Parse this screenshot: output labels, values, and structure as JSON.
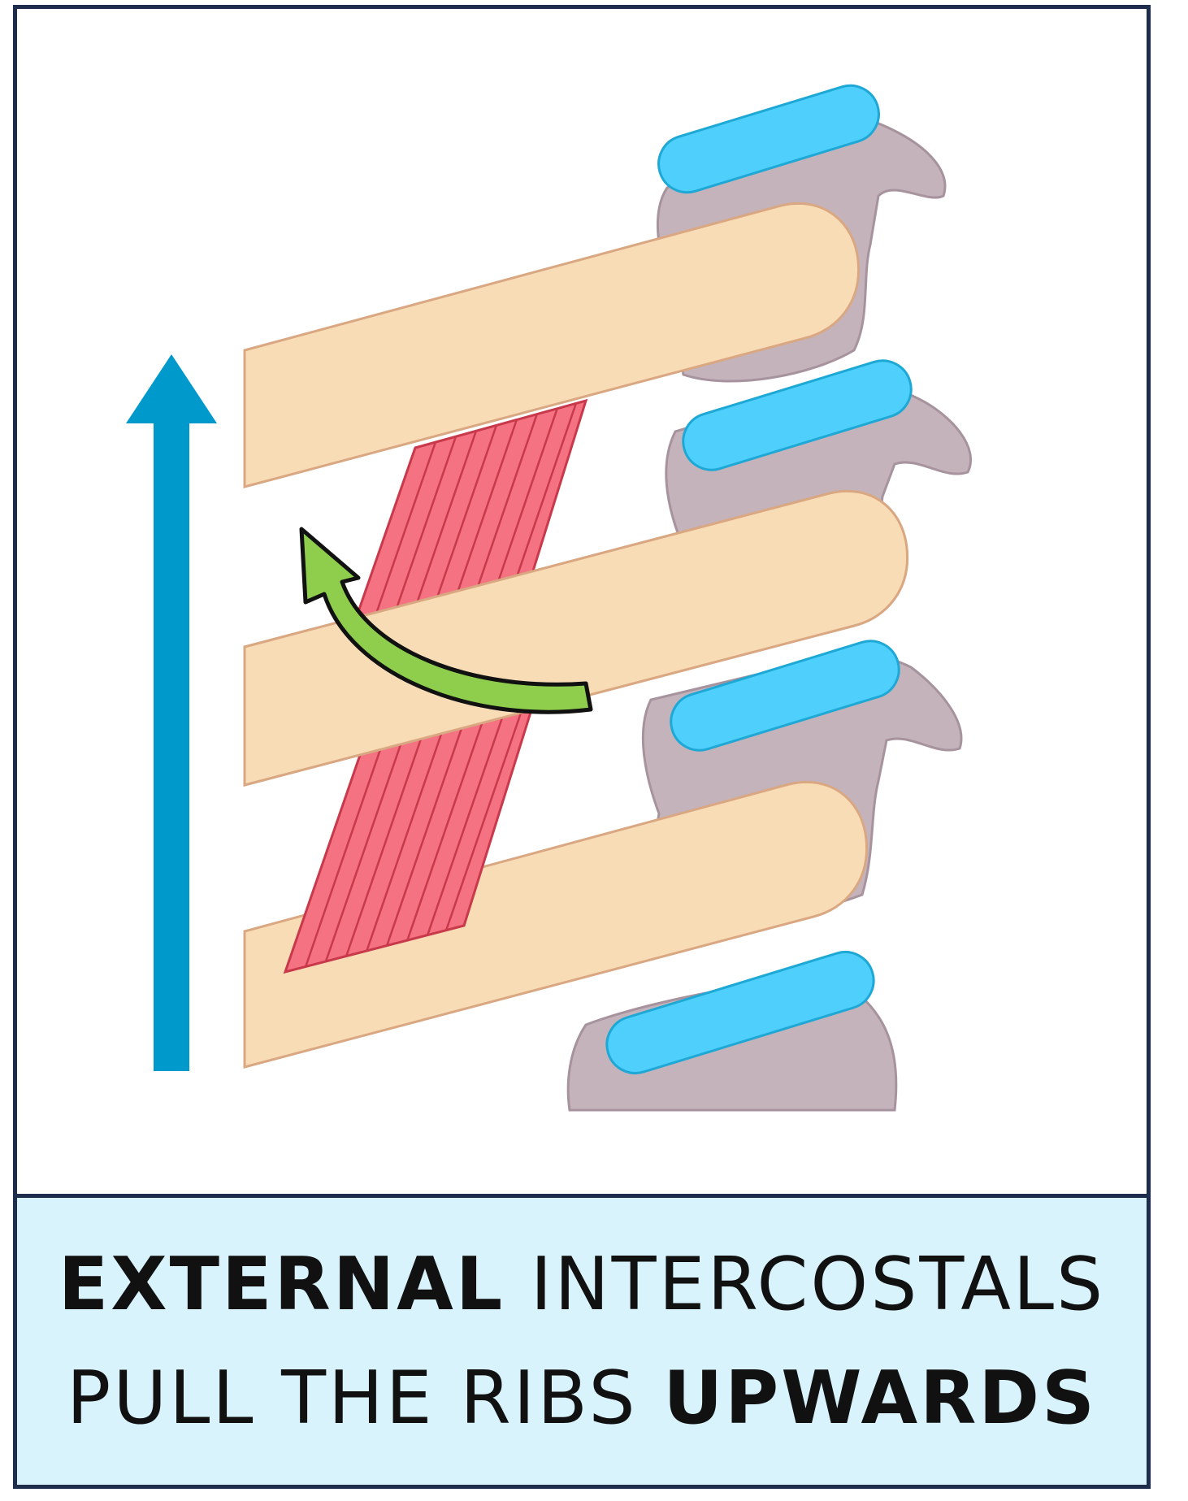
{
  "caption": {
    "line1_bold": "EXTERNAL",
    "line1_rest": "INTERCOSTALS",
    "line2_rest": "PULL THE RIBS",
    "line2_bold": "UPWARDS"
  },
  "colors": {
    "frame": "#1f2d4d",
    "caption_background": "#d9f3fc",
    "rib": "#f8dcb6",
    "rib_outline": "#d9a882",
    "vertebra": "#c4b3bb",
    "disc": "#4fcffc",
    "muscle": "#f47281",
    "muscle_stripe": "#c8394b",
    "up_arrow": "#0099cc",
    "rotation_arrow": "#8fce4c"
  },
  "icons": {
    "up_arrow": "upward-arrow-icon",
    "rotation_arrow": "curved-rotation-arrow-icon"
  }
}
